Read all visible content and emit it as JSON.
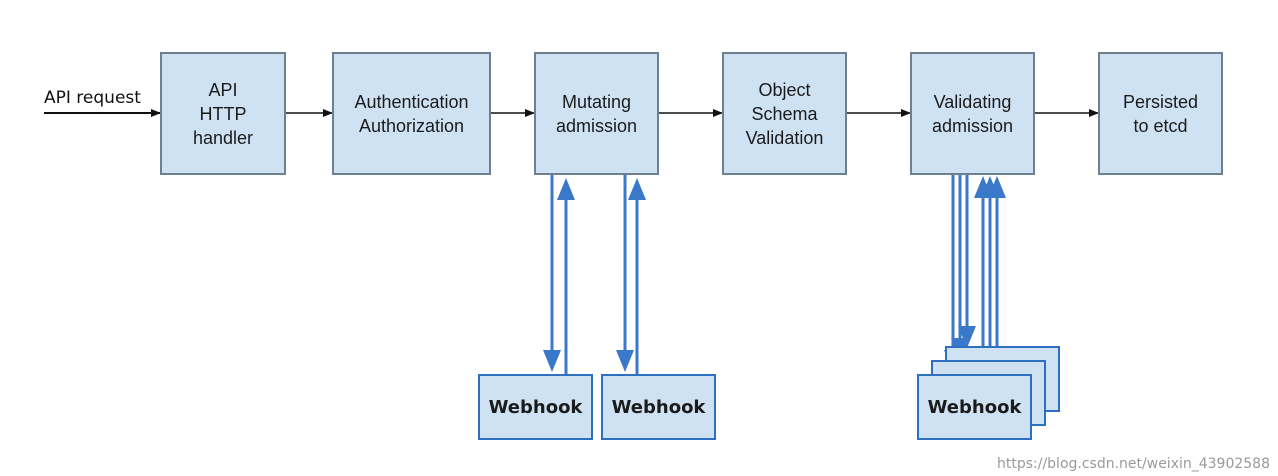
{
  "request_label": "API request",
  "stages": [
    {
      "id": "api-http-handler",
      "label": "API\nHTTP\nhandler"
    },
    {
      "id": "authentication-authorization",
      "label": "Authentication\nAuthorization"
    },
    {
      "id": "mutating-admission",
      "label": "Mutating\nadmission"
    },
    {
      "id": "object-schema-validation",
      "label": "Object\nSchema\nValidation"
    },
    {
      "id": "validating-admission",
      "label": "Validating\nadmission"
    },
    {
      "id": "persisted-to-etcd",
      "label": "Persisted\nto etcd"
    }
  ],
  "webhooks": {
    "label": "Webhook"
  },
  "colors": {
    "box_fill": "#cfe2f3",
    "box_border": "#6f7f8f",
    "webhook_arrow": "#3a78c9",
    "main_arrow": "#111111"
  },
  "watermark": "https://blog.csdn.net/weixin_43902588"
}
